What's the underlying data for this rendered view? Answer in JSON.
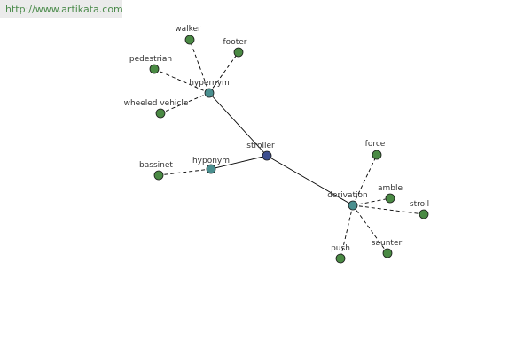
{
  "banner": {
    "url": "http://www.artikata.com"
  },
  "colors": {
    "center": "#3d4f8f",
    "relation": "#4a8f8f",
    "leaf": "#4a8a44",
    "edge": "#000000"
  },
  "graph": {
    "center": {
      "id": "stroller",
      "label": "stroller"
    },
    "relations": [
      {
        "id": "hypernym",
        "label": "hypernym",
        "children": [
          {
            "id": "walker",
            "label": "walker"
          },
          {
            "id": "footer",
            "label": "footer"
          },
          {
            "id": "pedestrian",
            "label": "pedestrian"
          },
          {
            "id": "wheeled-vehicle",
            "label": "wheeled vehicle"
          }
        ]
      },
      {
        "id": "hyponym",
        "label": "hyponym",
        "children": [
          {
            "id": "bassinet",
            "label": "bassinet"
          }
        ]
      },
      {
        "id": "derivation",
        "label": "derivation",
        "children": [
          {
            "id": "force",
            "label": "force"
          },
          {
            "id": "amble",
            "label": "amble"
          },
          {
            "id": "stroll",
            "label": "stroll"
          },
          {
            "id": "saunter",
            "label": "saunter"
          },
          {
            "id": "push",
            "label": "push"
          }
        ]
      }
    ]
  }
}
